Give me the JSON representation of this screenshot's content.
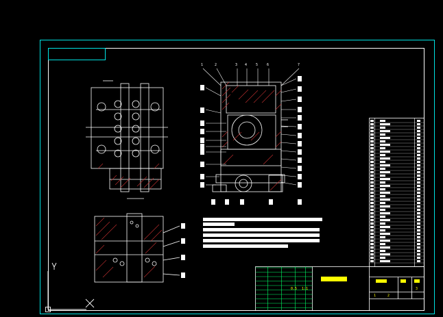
{
  "colors": {
    "background": "#000000",
    "frame": "#00e5e5",
    "drawing": "#ffffff",
    "hatch": "#c03030",
    "title_block": "#00ff66",
    "title_text": "#ffff00"
  },
  "drawing": {
    "leader_numbers": [
      "1",
      "2",
      "3",
      "4",
      "5",
      "6",
      "7"
    ],
    "title_block": {
      "row_values": [
        "0.5",
        "1:1",
        "1",
        "2",
        "3"
      ]
    }
  },
  "ucs": {
    "y_axis_label": "Y",
    "x_axis_label": "X"
  }
}
